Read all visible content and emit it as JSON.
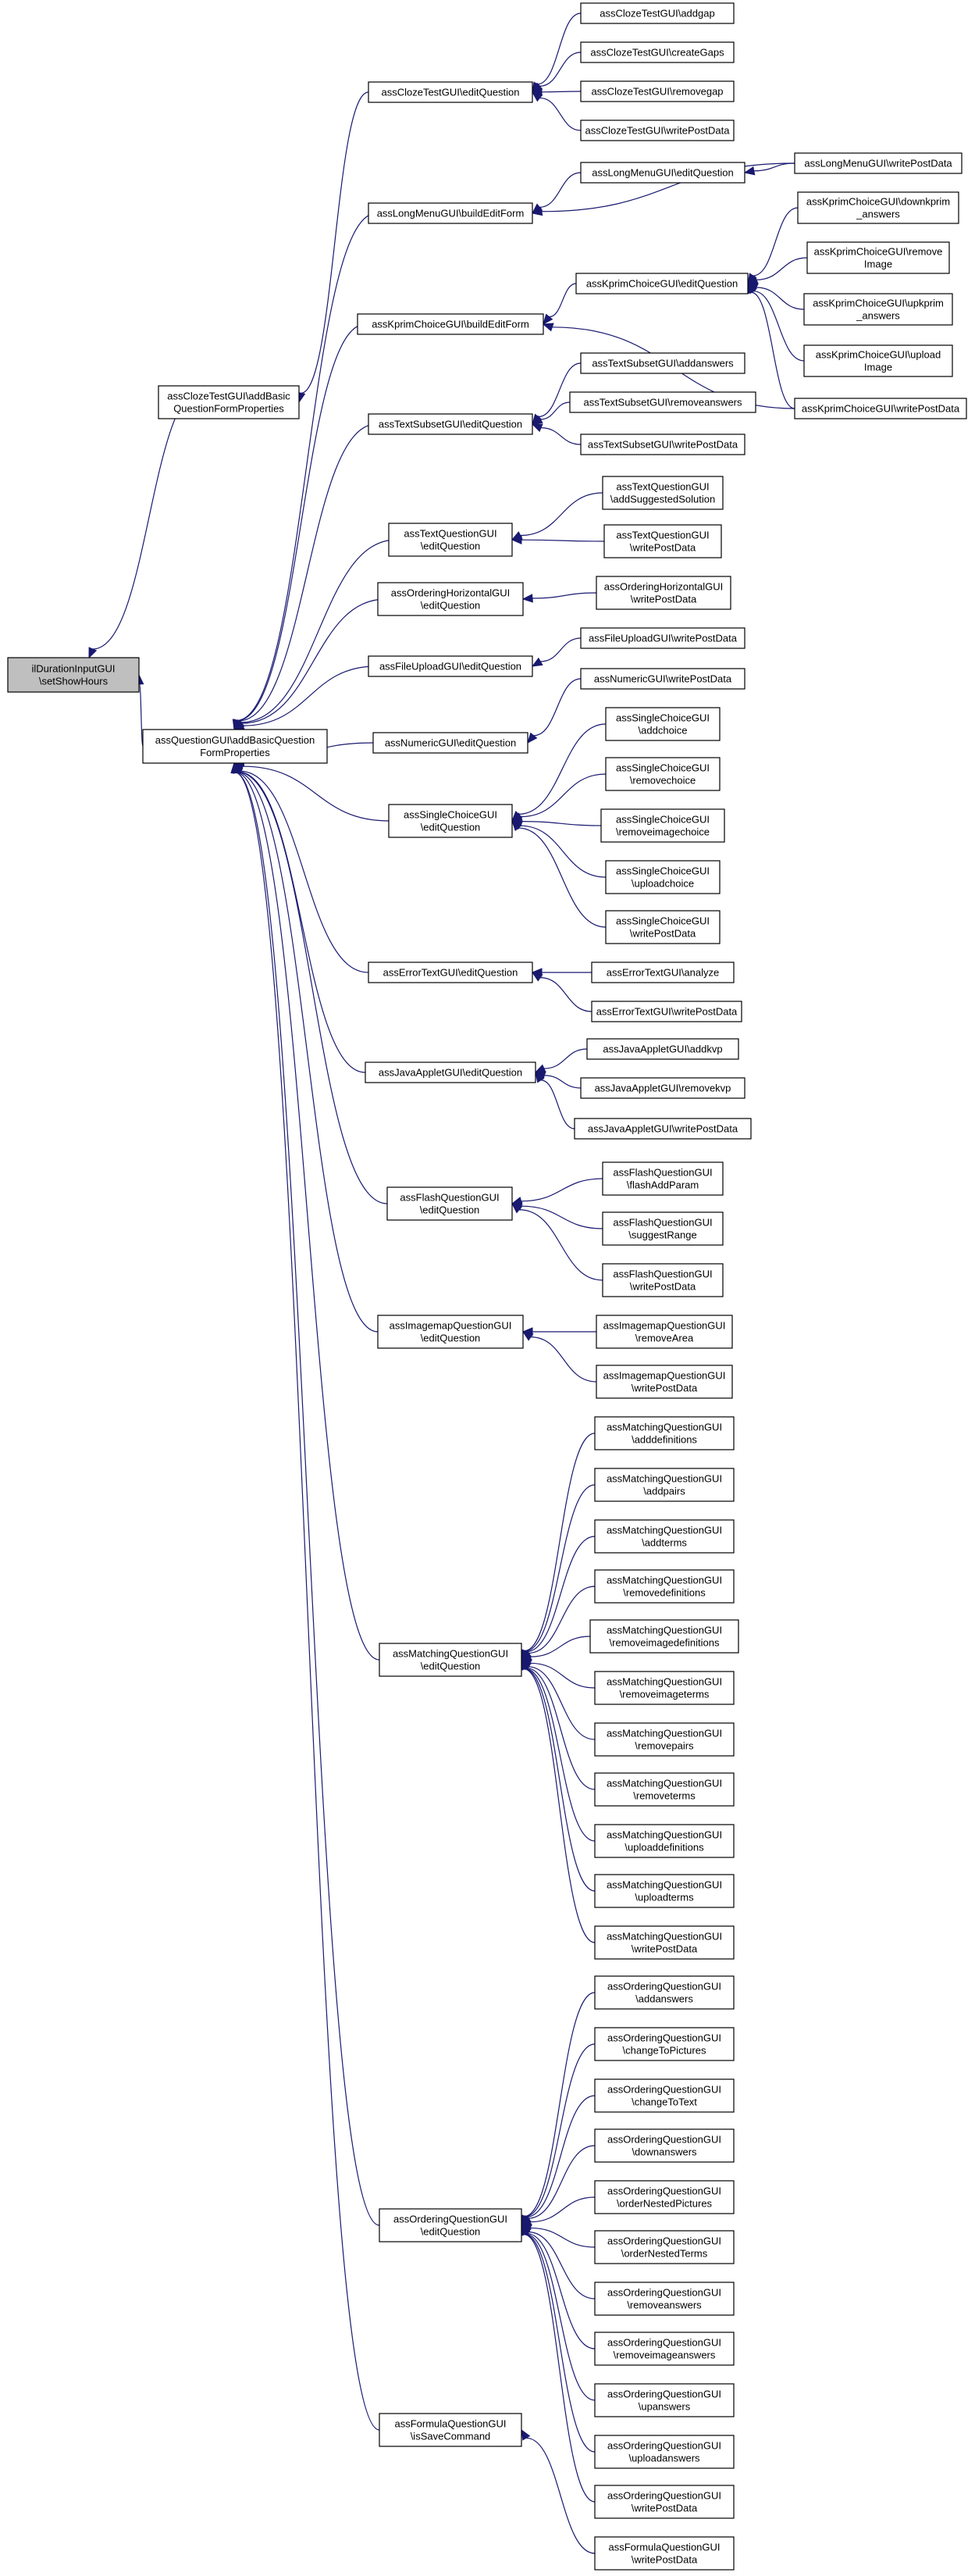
{
  "nodes": [
    {
      "id": "root",
      "lines": [
        "ilDurationInputGUI",
        "\\setShowHours"
      ]
    },
    {
      "id": "n_cloze_abqfp",
      "lines": [
        "assClozeTestGUI\\addBasic",
        "QuestionFormProperties"
      ]
    },
    {
      "id": "n_q_abqfp",
      "lines": [
        "assQuestionGUI\\addBasicQuestion",
        "FormProperties"
      ]
    },
    {
      "id": "n_cloze_edit",
      "lines": [
        "assClozeTestGUI\\editQuestion"
      ]
    },
    {
      "id": "n_cloze_addgap",
      "lines": [
        "assClozeTestGUI\\addgap"
      ]
    },
    {
      "id": "n_cloze_creategaps",
      "lines": [
        "assClozeTestGUI\\createGaps"
      ]
    },
    {
      "id": "n_cloze_removegap",
      "lines": [
        "assClozeTestGUI\\removegap"
      ]
    },
    {
      "id": "n_cloze_wpd",
      "lines": [
        "assClozeTestGUI\\writePostData"
      ]
    },
    {
      "id": "n_lm_bef",
      "lines": [
        "assLongMenuGUI\\buildEditForm"
      ]
    },
    {
      "id": "n_lm_edit",
      "lines": [
        "assLongMenuGUI\\editQuestion"
      ]
    },
    {
      "id": "n_lm_wpd",
      "lines": [
        "assLongMenuGUI\\writePostData"
      ]
    },
    {
      "id": "n_kp_bef",
      "lines": [
        "assKprimChoiceGUI\\buildEditForm"
      ]
    },
    {
      "id": "n_kp_edit",
      "lines": [
        "assKprimChoiceGUI\\editQuestion"
      ]
    },
    {
      "id": "n_kp_down",
      "lines": [
        "assKprimChoiceGUI\\downkprim",
        "_answers"
      ]
    },
    {
      "id": "n_kp_remove",
      "lines": [
        "assKprimChoiceGUI\\remove",
        "Image"
      ]
    },
    {
      "id": "n_kp_up",
      "lines": [
        "assKprimChoiceGUI\\upkprim",
        "_answers"
      ]
    },
    {
      "id": "n_kp_upload",
      "lines": [
        "assKprimChoiceGUI\\upload",
        "Image"
      ]
    },
    {
      "id": "n_kp_wpd",
      "lines": [
        "assKprimChoiceGUI\\writePostData"
      ]
    },
    {
      "id": "n_ts_edit",
      "lines": [
        "assTextSubsetGUI\\editQuestion"
      ]
    },
    {
      "id": "n_ts_add",
      "lines": [
        "assTextSubsetGUI\\addanswers"
      ]
    },
    {
      "id": "n_ts_remove",
      "lines": [
        "assTextSubsetGUI\\removeanswers"
      ]
    },
    {
      "id": "n_ts_wpd",
      "lines": [
        "assTextSubsetGUI\\writePostData"
      ]
    },
    {
      "id": "n_tq_edit",
      "lines": [
        "assTextQuestionGUI",
        "\\editQuestion"
      ]
    },
    {
      "id": "n_tq_add",
      "lines": [
        "assTextQuestionGUI",
        "\\addSuggestedSolution"
      ]
    },
    {
      "id": "n_tq_wpd",
      "lines": [
        "assTextQuestionGUI",
        "\\writePostData"
      ]
    },
    {
      "id": "n_oh_edit",
      "lines": [
        "assOrderingHorizontalGUI",
        "\\editQuestion"
      ]
    },
    {
      "id": "n_oh_wpd",
      "lines": [
        "assOrderingHorizontalGUI",
        "\\writePostData"
      ]
    },
    {
      "id": "n_fu_edit",
      "lines": [
        "assFileUploadGUI\\editQuestion"
      ]
    },
    {
      "id": "n_fu_wpd",
      "lines": [
        "assFileUploadGUI\\writePostData"
      ]
    },
    {
      "id": "n_num_edit",
      "lines": [
        "assNumericGUI\\editQuestion"
      ]
    },
    {
      "id": "n_num_wpd",
      "lines": [
        "assNumericGUI\\writePostData"
      ]
    },
    {
      "id": "n_sc_edit",
      "lines": [
        "assSingleChoiceGUI",
        "\\editQuestion"
      ]
    },
    {
      "id": "n_sc_add",
      "lines": [
        "assSingleChoiceGUI",
        "\\addchoice"
      ]
    },
    {
      "id": "n_sc_remove",
      "lines": [
        "assSingleChoiceGUI",
        "\\removechoice"
      ]
    },
    {
      "id": "n_sc_removeimg",
      "lines": [
        "assSingleChoiceGUI",
        "\\removeimagechoice"
      ]
    },
    {
      "id": "n_sc_upload",
      "lines": [
        "assSingleChoiceGUI",
        "\\uploadchoice"
      ]
    },
    {
      "id": "n_sc_wpd",
      "lines": [
        "assSingleChoiceGUI",
        "\\writePostData"
      ]
    },
    {
      "id": "n_et_edit",
      "lines": [
        "assErrorTextGUI\\editQuestion"
      ]
    },
    {
      "id": "n_et_analyze",
      "lines": [
        "assErrorTextGUI\\analyze"
      ]
    },
    {
      "id": "n_et_wpd",
      "lines": [
        "assErrorTextGUI\\writePostData"
      ]
    },
    {
      "id": "n_ja_edit",
      "lines": [
        "assJavaAppletGUI\\editQuestion"
      ]
    },
    {
      "id": "n_ja_add",
      "lines": [
        "assJavaAppletGUI\\addkvp"
      ]
    },
    {
      "id": "n_ja_remove",
      "lines": [
        "assJavaAppletGUI\\removekvp"
      ]
    },
    {
      "id": "n_ja_wpd",
      "lines": [
        "assJavaAppletGUI\\writePostData"
      ]
    },
    {
      "id": "n_fq_edit",
      "lines": [
        "assFlashQuestionGUI",
        "\\editQuestion"
      ]
    },
    {
      "id": "n_fq_add",
      "lines": [
        "assFlashQuestionGUI",
        "\\flashAddParam"
      ]
    },
    {
      "id": "n_fq_suggest",
      "lines": [
        "assFlashQuestionGUI",
        "\\suggestRange"
      ]
    },
    {
      "id": "n_fq_wpd",
      "lines": [
        "assFlashQuestionGUI",
        "\\writePostData"
      ]
    },
    {
      "id": "n_im_edit",
      "lines": [
        "assImagemapQuestionGUI",
        "\\editQuestion"
      ]
    },
    {
      "id": "n_im_remove",
      "lines": [
        "assImagemapQuestionGUI",
        "\\removeArea"
      ]
    },
    {
      "id": "n_im_wpd",
      "lines": [
        "assImagemapQuestionGUI",
        "\\writePostData"
      ]
    },
    {
      "id": "n_m_edit",
      "lines": [
        "assMatchingQuestionGUI",
        "\\editQuestion"
      ]
    },
    {
      "id": "n_m_1",
      "lines": [
        "assMatchingQuestionGUI",
        "\\adddefinitions"
      ]
    },
    {
      "id": "n_m_2",
      "lines": [
        "assMatchingQuestionGUI",
        "\\addpairs"
      ]
    },
    {
      "id": "n_m_3",
      "lines": [
        "assMatchingQuestionGUI",
        "\\addterms"
      ]
    },
    {
      "id": "n_m_4",
      "lines": [
        "assMatchingQuestionGUI",
        "\\removedefinitions"
      ]
    },
    {
      "id": "n_m_5",
      "lines": [
        "assMatchingQuestionGUI",
        "\\removeimagedefinitions"
      ]
    },
    {
      "id": "n_m_6",
      "lines": [
        "assMatchingQuestionGUI",
        "\\removeimageterms"
      ]
    },
    {
      "id": "n_m_7",
      "lines": [
        "assMatchingQuestionGUI",
        "\\removepairs"
      ]
    },
    {
      "id": "n_m_8",
      "lines": [
        "assMatchingQuestionGUI",
        "\\removeterms"
      ]
    },
    {
      "id": "n_m_9",
      "lines": [
        "assMatchingQuestionGUI",
        "\\uploaddefinitions"
      ]
    },
    {
      "id": "n_m_10",
      "lines": [
        "assMatchingQuestionGUI",
        "\\uploadterms"
      ]
    },
    {
      "id": "n_m_11",
      "lines": [
        "assMatchingQuestionGUI",
        "\\writePostData"
      ]
    },
    {
      "id": "n_o_edit",
      "lines": [
        "assOrderingQuestionGUI",
        "\\editQuestion"
      ]
    },
    {
      "id": "n_o_1",
      "lines": [
        "assOrderingQuestionGUI",
        "\\addanswers"
      ]
    },
    {
      "id": "n_o_2",
      "lines": [
        "assOrderingQuestionGUI",
        "\\changeToPictures"
      ]
    },
    {
      "id": "n_o_3",
      "lines": [
        "assOrderingQuestionGUI",
        "\\changeToText"
      ]
    },
    {
      "id": "n_o_4",
      "lines": [
        "assOrderingQuestionGUI",
        "\\downanswers"
      ]
    },
    {
      "id": "n_o_5",
      "lines": [
        "assOrderingQuestionGUI",
        "\\orderNestedPictures"
      ]
    },
    {
      "id": "n_o_6",
      "lines": [
        "assOrderingQuestionGUI",
        "\\orderNestedTerms"
      ]
    },
    {
      "id": "n_o_7",
      "lines": [
        "assOrderingQuestionGUI",
        "\\removeanswers"
      ]
    },
    {
      "id": "n_o_8",
      "lines": [
        "assOrderingQuestionGUI",
        "\\removeimageanswers"
      ]
    },
    {
      "id": "n_o_9",
      "lines": [
        "assOrderingQuestionGUI",
        "\\upanswers"
      ]
    },
    {
      "id": "n_o_10",
      "lines": [
        "assOrderingQuestionGUI",
        "\\uploadanswers"
      ]
    },
    {
      "id": "n_o_11",
      "lines": [
        "assOrderingQuestionGUI",
        "\\writePostData"
      ]
    },
    {
      "id": "n_f_save",
      "lines": [
        "assFormulaQuestionGUI",
        "\\isSaveCommand"
      ]
    },
    {
      "id": "n_f_wpd",
      "lines": [
        "assFormulaQuestionGUI",
        "\\writePostData"
      ]
    }
  ],
  "edges": [
    {
      "from": "n_cloze_abqfp",
      "to": "root"
    },
    {
      "from": "n_q_abqfp",
      "to": "root"
    },
    {
      "from": "n_cloze_edit",
      "to": "n_cloze_abqfp"
    },
    {
      "from": "n_cloze_addgap",
      "to": "n_cloze_edit"
    },
    {
      "from": "n_cloze_creategaps",
      "to": "n_cloze_edit"
    },
    {
      "from": "n_cloze_removegap",
      "to": "n_cloze_edit"
    },
    {
      "from": "n_cloze_wpd",
      "to": "n_cloze_edit"
    },
    {
      "from": "n_lm_bef",
      "to": "n_q_abqfp"
    },
    {
      "from": "n_lm_edit",
      "to": "n_lm_bef"
    },
    {
      "from": "n_lm_wpd",
      "to": "n_lm_bef"
    },
    {
      "from": "n_lm_wpd",
      "to": "n_lm_edit"
    },
    {
      "from": "n_kp_bef",
      "to": "n_q_abqfp"
    },
    {
      "from": "n_kp_edit",
      "to": "n_kp_bef"
    },
    {
      "from": "n_kp_wpd",
      "to": "n_kp_bef"
    },
    {
      "from": "n_kp_down",
      "to": "n_kp_edit"
    },
    {
      "from": "n_kp_remove",
      "to": "n_kp_edit"
    },
    {
      "from": "n_kp_up",
      "to": "n_kp_edit"
    },
    {
      "from": "n_kp_upload",
      "to": "n_kp_edit"
    },
    {
      "from": "n_kp_wpd",
      "to": "n_kp_edit"
    },
    {
      "from": "n_ts_edit",
      "to": "n_q_abqfp"
    },
    {
      "from": "n_ts_add",
      "to": "n_ts_edit"
    },
    {
      "from": "n_ts_remove",
      "to": "n_ts_edit"
    },
    {
      "from": "n_ts_wpd",
      "to": "n_ts_edit"
    },
    {
      "from": "n_tq_edit",
      "to": "n_q_abqfp"
    },
    {
      "from": "n_tq_add",
      "to": "n_tq_edit"
    },
    {
      "from": "n_tq_wpd",
      "to": "n_tq_edit"
    },
    {
      "from": "n_oh_edit",
      "to": "n_q_abqfp"
    },
    {
      "from": "n_oh_wpd",
      "to": "n_oh_edit"
    },
    {
      "from": "n_fu_edit",
      "to": "n_q_abqfp"
    },
    {
      "from": "n_fu_wpd",
      "to": "n_fu_edit"
    },
    {
      "from": "n_num_edit",
      "to": "n_q_abqfp"
    },
    {
      "from": "n_num_wpd",
      "to": "n_num_edit"
    },
    {
      "from": "n_sc_edit",
      "to": "n_q_abqfp"
    },
    {
      "from": "n_sc_add",
      "to": "n_sc_edit"
    },
    {
      "from": "n_sc_remove",
      "to": "n_sc_edit"
    },
    {
      "from": "n_sc_removeimg",
      "to": "n_sc_edit"
    },
    {
      "from": "n_sc_upload",
      "to": "n_sc_edit"
    },
    {
      "from": "n_sc_wpd",
      "to": "n_sc_edit"
    },
    {
      "from": "n_et_edit",
      "to": "n_q_abqfp"
    },
    {
      "from": "n_et_analyze",
      "to": "n_et_edit"
    },
    {
      "from": "n_et_wpd",
      "to": "n_et_edit"
    },
    {
      "from": "n_ja_edit",
      "to": "n_q_abqfp"
    },
    {
      "from": "n_ja_add",
      "to": "n_ja_edit"
    },
    {
      "from": "n_ja_remove",
      "to": "n_ja_edit"
    },
    {
      "from": "n_ja_wpd",
      "to": "n_ja_edit"
    },
    {
      "from": "n_fq_edit",
      "to": "n_q_abqfp"
    },
    {
      "from": "n_fq_add",
      "to": "n_fq_edit"
    },
    {
      "from": "n_fq_suggest",
      "to": "n_fq_edit"
    },
    {
      "from": "n_fq_wpd",
      "to": "n_fq_edit"
    },
    {
      "from": "n_im_edit",
      "to": "n_q_abqfp"
    },
    {
      "from": "n_im_remove",
      "to": "n_im_edit"
    },
    {
      "from": "n_im_wpd",
      "to": "n_im_edit"
    },
    {
      "from": "n_m_edit",
      "to": "n_q_abqfp"
    },
    {
      "from": "n_m_1",
      "to": "n_m_edit"
    },
    {
      "from": "n_m_2",
      "to": "n_m_edit"
    },
    {
      "from": "n_m_3",
      "to": "n_m_edit"
    },
    {
      "from": "n_m_4",
      "to": "n_m_edit"
    },
    {
      "from": "n_m_5",
      "to": "n_m_edit"
    },
    {
      "from": "n_m_6",
      "to": "n_m_edit"
    },
    {
      "from": "n_m_7",
      "to": "n_m_edit"
    },
    {
      "from": "n_m_8",
      "to": "n_m_edit"
    },
    {
      "from": "n_m_9",
      "to": "n_m_edit"
    },
    {
      "from": "n_m_10",
      "to": "n_m_edit"
    },
    {
      "from": "n_m_11",
      "to": "n_m_edit"
    },
    {
      "from": "n_o_edit",
      "to": "n_q_abqfp"
    },
    {
      "from": "n_o_1",
      "to": "n_o_edit"
    },
    {
      "from": "n_o_2",
      "to": "n_o_edit"
    },
    {
      "from": "n_o_3",
      "to": "n_o_edit"
    },
    {
      "from": "n_o_4",
      "to": "n_o_edit"
    },
    {
      "from": "n_o_5",
      "to": "n_o_edit"
    },
    {
      "from": "n_o_6",
      "to": "n_o_edit"
    },
    {
      "from": "n_o_7",
      "to": "n_o_edit"
    },
    {
      "from": "n_o_8",
      "to": "n_o_edit"
    },
    {
      "from": "n_o_9",
      "to": "n_o_edit"
    },
    {
      "from": "n_o_10",
      "to": "n_o_edit"
    },
    {
      "from": "n_o_11",
      "to": "n_o_edit"
    },
    {
      "from": "n_f_save",
      "to": "n_q_abqfp"
    },
    {
      "from": "n_f_wpd",
      "to": "n_f_save"
    }
  ]
}
